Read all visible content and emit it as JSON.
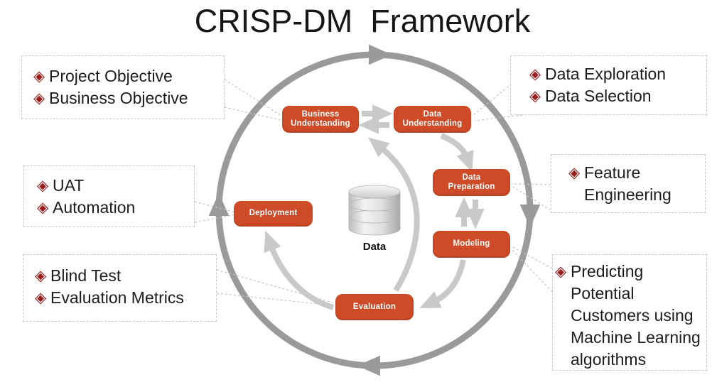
{
  "title": "CRISP-DM  Framework",
  "glyphs": {
    "diamond_bullet": "◈"
  },
  "colors": {
    "process_box": "#cf4a26",
    "outer_cycle": "#9a9a9a",
    "inner_arrow": "#c9c9c9",
    "bullet": "#9e1b1b",
    "callout_border": "#c6c6c6"
  },
  "processes": [
    {
      "id": "business-understanding",
      "lines": [
        "Business",
        "Understanding"
      ]
    },
    {
      "id": "data-understanding",
      "lines": [
        "Data",
        "Understanding"
      ]
    },
    {
      "id": "data-preparation",
      "lines": [
        "Data",
        "Preparation"
      ]
    },
    {
      "id": "modeling",
      "lines": [
        "Modeling"
      ]
    },
    {
      "id": "evaluation",
      "lines": [
        "Evaluation"
      ]
    },
    {
      "id": "deployment",
      "lines": [
        "Deployment"
      ]
    }
  ],
  "data_store": {
    "label": "Data"
  },
  "callouts": [
    {
      "id": "business-understanding-notes",
      "items": [
        "Project Objective",
        "Business Objective"
      ]
    },
    {
      "id": "data-understanding-notes",
      "items": [
        "Data Exploration",
        "Data Selection"
      ]
    },
    {
      "id": "deployment-notes",
      "items": [
        "UAT",
        "Automation"
      ]
    },
    {
      "id": "data-preparation-notes",
      "items": [
        "Feature Engineering"
      ]
    },
    {
      "id": "evaluation-notes",
      "items": [
        "Blind Test",
        "Evaluation Metrics"
      ]
    },
    {
      "id": "modeling-notes",
      "items": [
        "Predicting Potential Customers using Machine Learning algorithms"
      ]
    }
  ]
}
